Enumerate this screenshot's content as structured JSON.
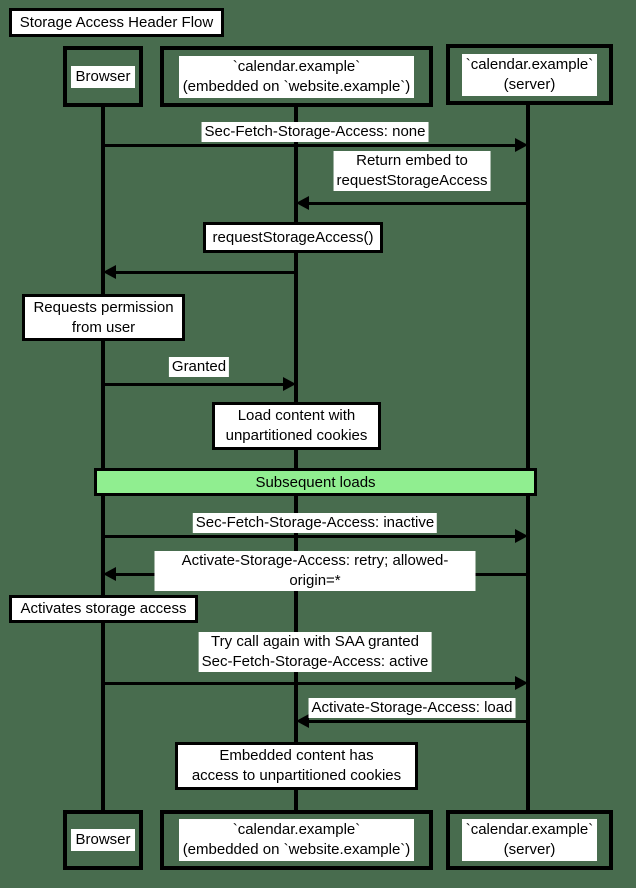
{
  "colors": {
    "background": "#486c4e",
    "section_fill": "#90ee90",
    "line": "#000000",
    "label_background": "#ffffff"
  },
  "title": "Storage Access Header Flow",
  "participants": {
    "browser": {
      "label": "Browser"
    },
    "embedded": {
      "label": "`calendar.example`\n(embedded on `website.example`)"
    },
    "server": {
      "label": "`calendar.example`\n(server)"
    }
  },
  "messages": [
    {
      "label": "Sec-Fetch-Storage-Access: none",
      "from": "browser",
      "to": "server",
      "direction": "right"
    },
    {
      "label": "Return embed to\nrequestStorageAccess",
      "from": "server",
      "to": "embedded",
      "direction": "left"
    },
    {
      "label": "",
      "from": "embedded",
      "to": "browser",
      "direction": "left"
    },
    {
      "label": "Granted",
      "from": "browser",
      "to": "embedded",
      "direction": "right"
    },
    {
      "label": "Sec-Fetch-Storage-Access: inactive",
      "from": "browser",
      "to": "server",
      "direction": "right"
    },
    {
      "label": "Activate-Storage-Access: retry; allowed-origin=*",
      "from": "server",
      "to": "browser",
      "direction": "left"
    },
    {
      "label": "Try call again with SAA granted\nSec-Fetch-Storage-Access: active",
      "from": "browser",
      "to": "server",
      "direction": "right"
    },
    {
      "label": "Activate-Storage-Access: load",
      "from": "server",
      "to": "embedded",
      "direction": "left"
    }
  ],
  "notes": [
    {
      "text": "requestStorageAccess()"
    },
    {
      "text": "Requests permission\nfrom user"
    },
    {
      "text": "Load content with\nunpartitioned cookies"
    },
    {
      "text": "Activates storage access"
    },
    {
      "text": "Embedded content has\naccess to unpartitioned cookies"
    }
  ],
  "section": {
    "label": "Subsequent loads"
  }
}
